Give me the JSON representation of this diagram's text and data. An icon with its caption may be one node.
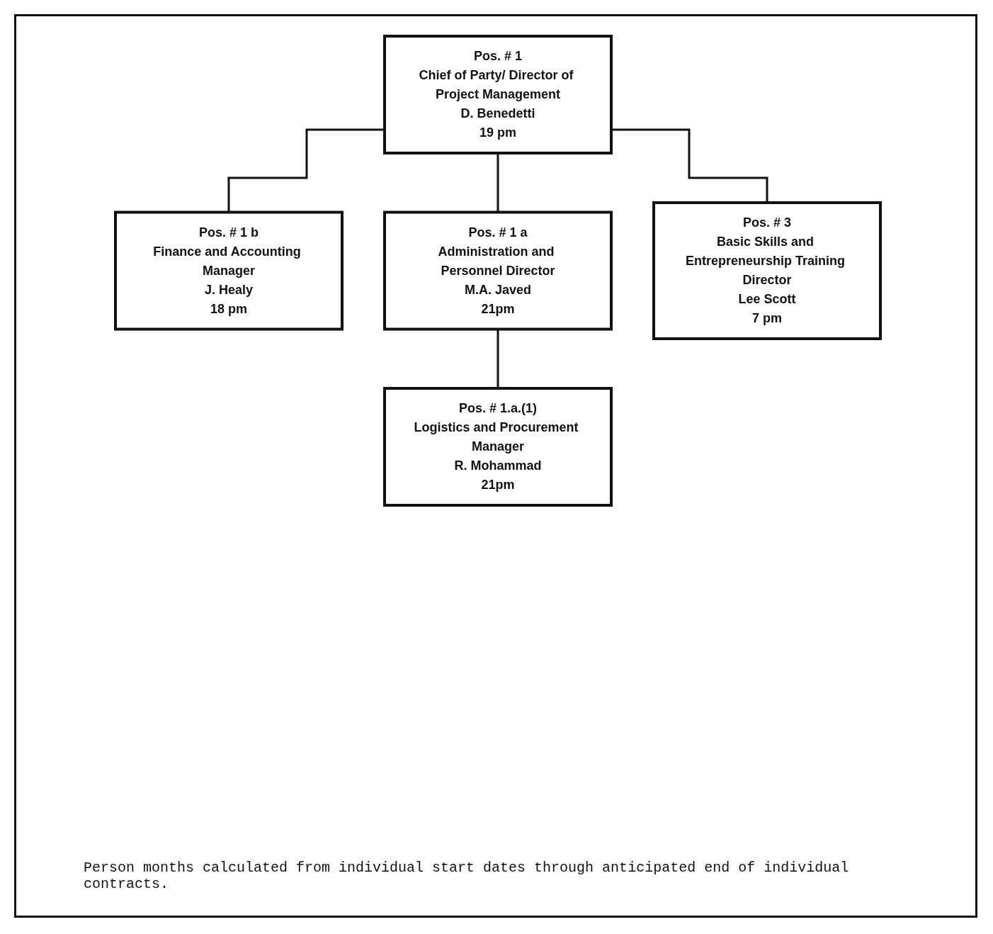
{
  "diagram": {
    "nodes": [
      {
        "text": [
          "Pos. # 1",
          "Chief of Party/ Director of Project Management",
          "D. Benedetti",
          "19 pm"
        ]
      },
      {
        "text": [
          "Pos. # 1 b",
          "Finance and Accounting Manager",
          "J. Healy",
          "18 pm"
        ]
      },
      {
        "text": [
          "Pos. # 1 a",
          "Administration and Personnel Director",
          "M.A. Javed",
          "21pm"
        ]
      },
      {
        "text": [
          "Pos. # 3",
          "Basic Skills and Entrepreneurship Training Director",
          "Lee Scott",
          "7 pm"
        ]
      },
      {
        "text": [
          "Pos. # 1.a.(1)",
          "Logistics and Procurement Manager",
          "R. Mohammad",
          "21pm"
        ]
      }
    ],
    "edges": [
      {
        "from": 0,
        "to": 1,
        "arrow": "none"
      },
      {
        "from": 0,
        "to": 2,
        "arrow": "none"
      },
      {
        "from": 0,
        "to": 3,
        "arrow": "none"
      },
      {
        "from": 2,
        "to": 4,
        "arrow": "none"
      }
    ],
    "labels": [
      "Person months calculated from individual start dates through anticipated end of individual contracts."
    ]
  }
}
